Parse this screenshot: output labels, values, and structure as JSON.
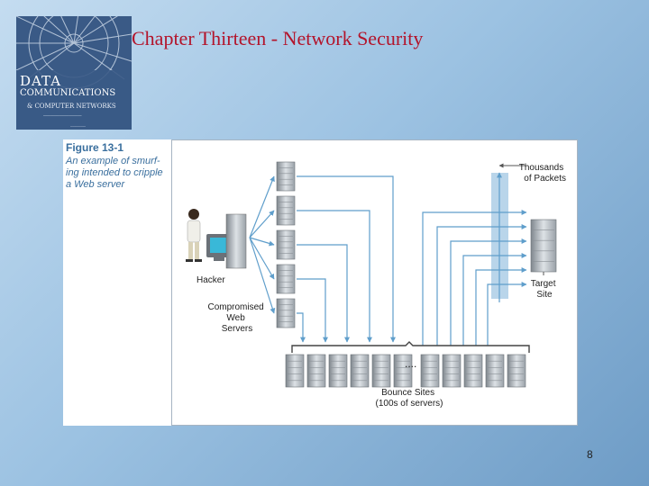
{
  "slide": {
    "title": "Chapter Thirteen - Network Security",
    "page_number": "8"
  },
  "book_cover": {
    "title_line1": "DATA",
    "title_line2": "COMMUNICATIONS",
    "title_line3": "& COMPUTER NETWORKS"
  },
  "figure": {
    "number": "Figure 13-1",
    "caption": "An example of smurf-ing intended to cripple a Web server",
    "labels": {
      "hacker": "Hacker",
      "compromised_servers": [
        "Compromised",
        "Web",
        "Servers"
      ],
      "thousands_of_packets": [
        "Thousands",
        "of Packets"
      ],
      "target_site": [
        "Target",
        "Site"
      ],
      "bounce_sites": [
        "Bounce Sites",
        "(100s of servers)"
      ]
    }
  },
  "colors": {
    "title": "#b3142b",
    "caption": "#3a6f9e",
    "arrow": "#5f9ecb",
    "packet_band": "#b9d5ea"
  }
}
